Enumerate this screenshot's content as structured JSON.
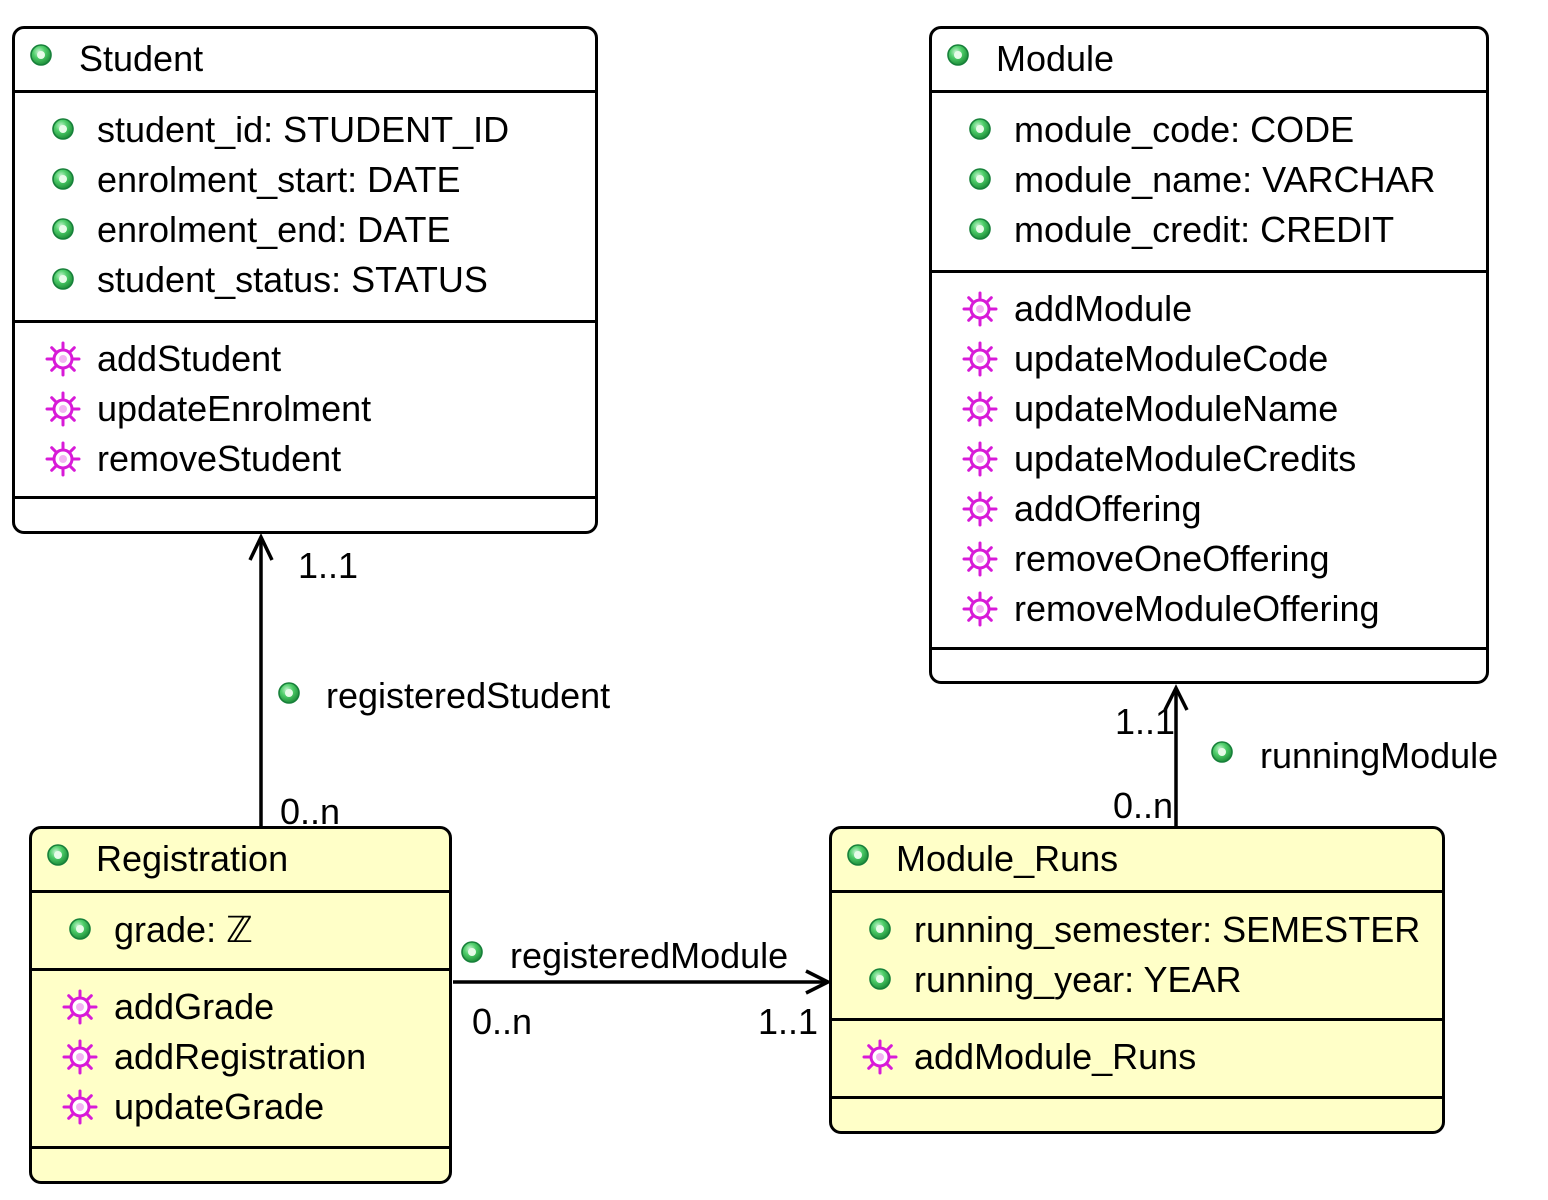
{
  "classes": {
    "student": {
      "name": "Student",
      "attributes": [
        "student_id: STUDENT_ID",
        "enrolment_start: DATE",
        "enrolment_end: DATE",
        "student_status: STATUS"
      ],
      "operations": [
        "addStudent",
        "updateEnrolment",
        "removeStudent"
      ]
    },
    "module": {
      "name": "Module",
      "attributes": [
        "module_code: CODE",
        "module_name: VARCHAR",
        "module_credit: CREDIT"
      ],
      "operations": [
        "addModule",
        "updateModuleCode",
        "updateModuleName",
        "updateModuleCredits",
        "addOffering",
        "removeOneOffering",
        "removeModuleOffering"
      ]
    },
    "registration": {
      "name": "Registration",
      "attributes": [
        "grade: ℤ"
      ],
      "operations": [
        "addGrade",
        "addRegistration",
        "updateGrade"
      ]
    },
    "module_runs": {
      "name": "Module_Runs",
      "attributes": [
        "running_semester: SEMESTER",
        "running_year: YEAR"
      ],
      "operations": [
        "addModule_Runs"
      ]
    }
  },
  "associations": {
    "registered_student": {
      "name": "registeredStudent",
      "target_mult": "1..1",
      "source_mult": "0..n"
    },
    "registered_module": {
      "name": "registeredModule",
      "source_mult": "0..n",
      "target_mult": "1..1"
    },
    "running_module": {
      "name": "runningModule",
      "target_mult": "1..1",
      "source_mult": "0..n"
    }
  },
  "icons": {
    "attribute": "green-dot-icon",
    "operation": "magenta-gear-icon",
    "class": "green-dot-icon"
  },
  "colors": {
    "class_fill_yellow": "#ffffc8",
    "attribute_icon": "#2db84d",
    "operation_icon": "#d81ad8",
    "line": "#000000"
  }
}
